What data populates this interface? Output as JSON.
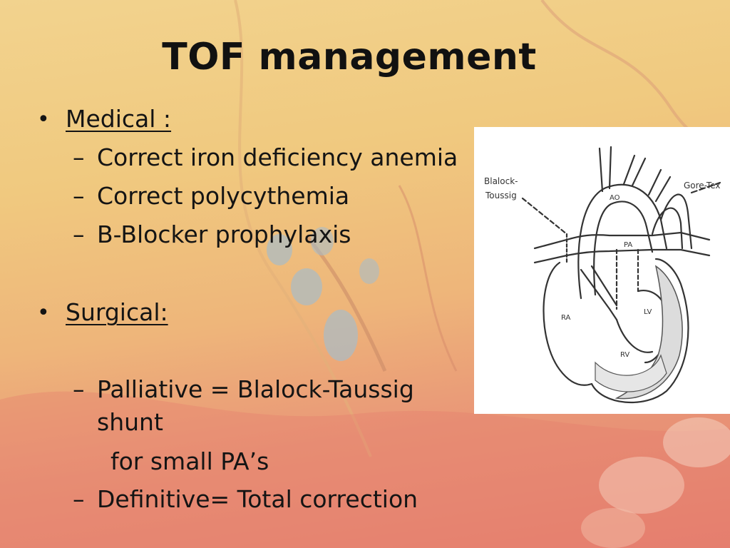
{
  "slide": {
    "title": "TOF management",
    "medical": {
      "heading": "Medical :",
      "items": [
        "Correct iron deficiency anemia",
        "Correct polycythemia",
        "B-Blocker prophylaxis"
      ]
    },
    "surgical": {
      "heading": "Surgical:",
      "palliative_line1": "Palliative =  Blalock-Taussig",
      "palliative_line2": "shunt",
      "palliative_note": "for small PA’s",
      "definitive": "Definitive=  Total correction"
    },
    "glyphs": {
      "bullet": "•",
      "dash": "–"
    }
  },
  "diagram": {
    "labels": {
      "blalock": "Blalock-",
      "taussig": "Toussig",
      "goretex": "Gore-Tex",
      "ao": "AO",
      "pa": "PA",
      "ra": "RA",
      "lv": "LV",
      "rv": "RV"
    }
  }
}
